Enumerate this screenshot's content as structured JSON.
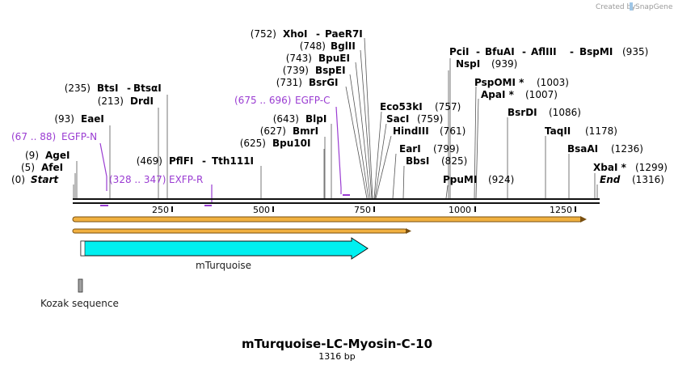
{
  "credit": {
    "text": "Created by",
    "brand": "SnapGene"
  },
  "sequence": {
    "name": "mTurquoise-LC-Myosin-C-10",
    "length_label": "1316 bp",
    "length": 1316
  },
  "ruler_ticks": [
    "250",
    "500",
    "750",
    "1000",
    "1250"
  ],
  "ends": {
    "start": "Start",
    "start_pos": "(0)",
    "end": "End",
    "end_pos": "(1316)"
  },
  "sites_left": [
    {
      "pos": "(5)",
      "name": "AfeI"
    },
    {
      "pos": "(9)",
      "name": "AgeI"
    },
    {
      "pos": "(93)",
      "name": "EaeI"
    },
    {
      "pos": "(213)",
      "name": "DrdI"
    },
    {
      "pos": "(235)",
      "name": "BtsI",
      "name2": "BtsαI"
    },
    {
      "pos": "(469)",
      "name": "PflFI",
      "name2": "Tth111I"
    },
    {
      "pos": "(625)",
      "name": "Bpu10I"
    },
    {
      "pos": "(627)",
      "name": "BmrI"
    },
    {
      "pos": "(643)",
      "name": "BlpI"
    },
    {
      "pos": "(731)",
      "name": "BsrGI"
    },
    {
      "pos": "(739)",
      "name": "BspEI"
    },
    {
      "pos": "(743)",
      "name": "BpuEI"
    },
    {
      "pos": "(748)",
      "name": "BglII"
    },
    {
      "pos": "(752)",
      "name": "XhoI",
      "name2": "PaeR7I"
    }
  ],
  "sites_right": [
    {
      "name": "Eco53kI",
      "pos": "(757)"
    },
    {
      "name": "SacI",
      "pos": "(759)"
    },
    {
      "name": "HindIII",
      "pos": "(761)"
    },
    {
      "name": "EarI",
      "pos": "(799)"
    },
    {
      "name": "BbsI",
      "pos": "(825)"
    },
    {
      "name": "PpuMI",
      "pos": "(924)"
    },
    {
      "name": "NspI",
      "pos": "(939)"
    },
    {
      "name": "PciI",
      "name2": "BfuAI",
      "name3": "AflIII",
      "name4": "BspMI",
      "pos": "(935)"
    },
    {
      "name": "PspOMI *",
      "pos": "(1003)"
    },
    {
      "name": "ApaI *",
      "pos": "(1007)"
    },
    {
      "name": "BsrDI",
      "pos": "(1086)"
    },
    {
      "name": "TaqII",
      "pos": "(1178)"
    },
    {
      "name": "BsaAI",
      "pos": "(1236)"
    },
    {
      "name": "XbaI *",
      "pos": "(1299)"
    }
  ],
  "primers": [
    {
      "range": "(67 .. 88)",
      "name": "EGFP-N"
    },
    {
      "range": "(328 .. 347)",
      "name": "EXFP-R"
    },
    {
      "range": "(675 .. 696)",
      "name": "EGFP-C"
    }
  ],
  "features": [
    {
      "name": "mTurquoise",
      "color": "#00f0f0"
    },
    {
      "name": "Kozak sequence",
      "color": "#a0a0a0"
    }
  ],
  "orf_color": "#f0b040"
}
